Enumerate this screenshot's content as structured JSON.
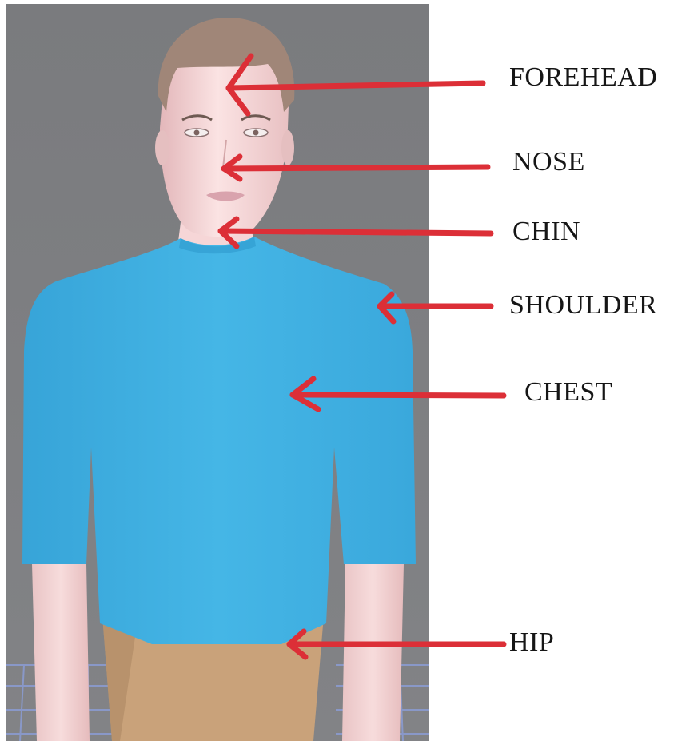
{
  "figure": {
    "colors": {
      "background": "#7d7e80",
      "shirt": "#3fb1e2",
      "skin": "#f2cfd0",
      "hair": "#a08678",
      "pants": "#c9a27a",
      "arrow": "#dc2f37",
      "grid": "#8a9bd0"
    },
    "labels": [
      {
        "id": "forehead",
        "text": "FOREHEAD"
      },
      {
        "id": "nose",
        "text": "NOSE"
      },
      {
        "id": "chin",
        "text": "CHIN"
      },
      {
        "id": "shoulder",
        "text": "SHOULDER"
      },
      {
        "id": "chest",
        "text": "CHEST"
      },
      {
        "id": "hip",
        "text": "HIP"
      }
    ]
  }
}
